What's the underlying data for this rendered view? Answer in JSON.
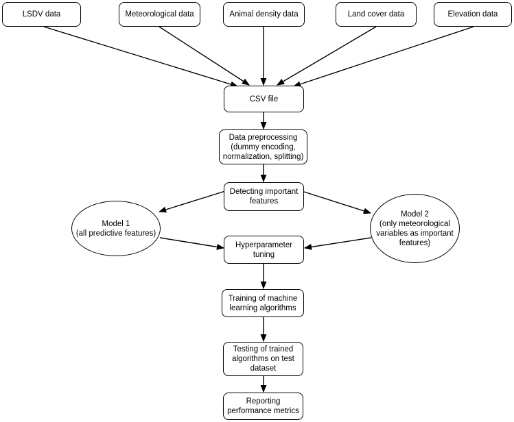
{
  "sources": {
    "lsdv": "LSDV data",
    "meteorological": "Meteorological data",
    "animal_density": "Animal density data",
    "land_cover": "Land cover data",
    "elevation": "Elevation data"
  },
  "steps": {
    "csv": "CSV file",
    "preprocessing": [
      "Data preprocessing",
      "(dummy encoding,",
      "normalization, splitting)"
    ],
    "detecting": [
      "Detecting important",
      "features"
    ],
    "hyperparameter": [
      "Hyperparameter",
      "tuning"
    ],
    "training": [
      "Training of machine",
      "learning algorithms"
    ],
    "testing": [
      "Testing of trained",
      "algorithms on test",
      "dataset"
    ],
    "reporting": [
      "Reporting",
      "performance metrics"
    ]
  },
  "models": {
    "model1": [
      "Model 1",
      "(all predictive features)"
    ],
    "model2": [
      "Model 2",
      "(only meteorological",
      "variables as important",
      "features)"
    ]
  }
}
